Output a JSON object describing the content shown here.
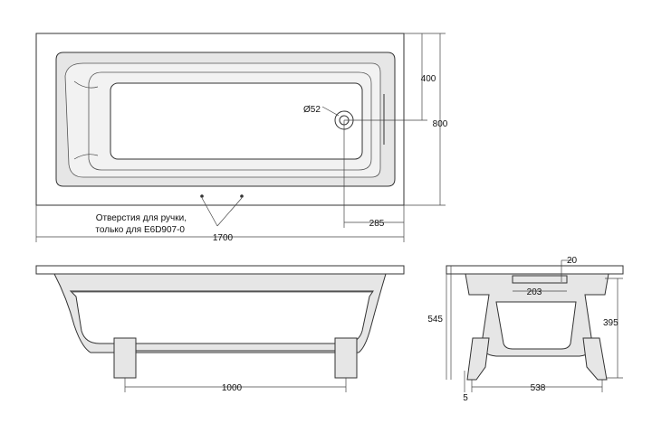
{
  "top_view": {
    "overall_length": "1700",
    "overall_width": "800",
    "drain_offset_y": "400",
    "drain_offset_x": "285",
    "drain_diameter": "Ø52",
    "note_line1": "Отверстия для ручки,",
    "note_line2": "только для E6D907-0"
  },
  "side_view": {
    "leg_spacing": "1000"
  },
  "end_view": {
    "height_total": "545",
    "height_inner": "395",
    "leg_spacing": "538",
    "leg_adjust": "5",
    "drain_width": "203",
    "drain_offset": "20"
  }
}
